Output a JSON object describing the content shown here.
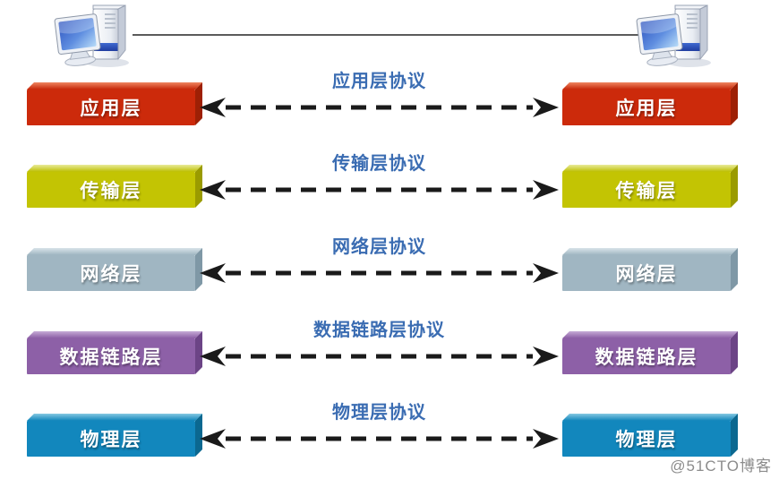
{
  "diagram": {
    "icons": {
      "left_host": "desktop-computer-icon",
      "right_host": "desktop-computer-icon"
    },
    "layers": [
      {
        "name": "application",
        "label": "应用层",
        "protocol": "应用层协议",
        "colors": {
          "front": "#cc2a0b",
          "top_from": "#ef8560",
          "top_to": "#c62708",
          "side": "#9e2005"
        }
      },
      {
        "name": "transport",
        "label": "传输层",
        "protocol": "传输层协议",
        "colors": {
          "front": "#c3c403",
          "top_from": "#e9eb9a",
          "top_to": "#bdbf00",
          "side": "#9a9b00"
        }
      },
      {
        "name": "network",
        "label": "网络层",
        "protocol": "网络层协议",
        "colors": {
          "front": "#a0b6c2",
          "top_from": "#d9e4ea",
          "top_to": "#9db4c0",
          "side": "#7f98a6"
        }
      },
      {
        "name": "datalink",
        "label": "数据链路层",
        "protocol": "数据链路层协议",
        "colors": {
          "front": "#8d60a7",
          "top_from": "#c6abd6",
          "top_to": "#8a5ca4",
          "side": "#6c4486"
        }
      },
      {
        "name": "physical",
        "label": "物理层",
        "protocol": "物理层协议",
        "colors": {
          "front": "#1287bd",
          "top_from": "#85c8e2",
          "top_to": "#0f85bb",
          "side": "#0b6890"
        }
      }
    ],
    "colors": {
      "background": "#ffffff",
      "protocol_text": "#3a6cb2",
      "arrow": "#1a1a1a",
      "link_line": "#5b5b5b",
      "watermark_text": "#8c8c8c"
    },
    "watermark": "@51CTO博客"
  }
}
